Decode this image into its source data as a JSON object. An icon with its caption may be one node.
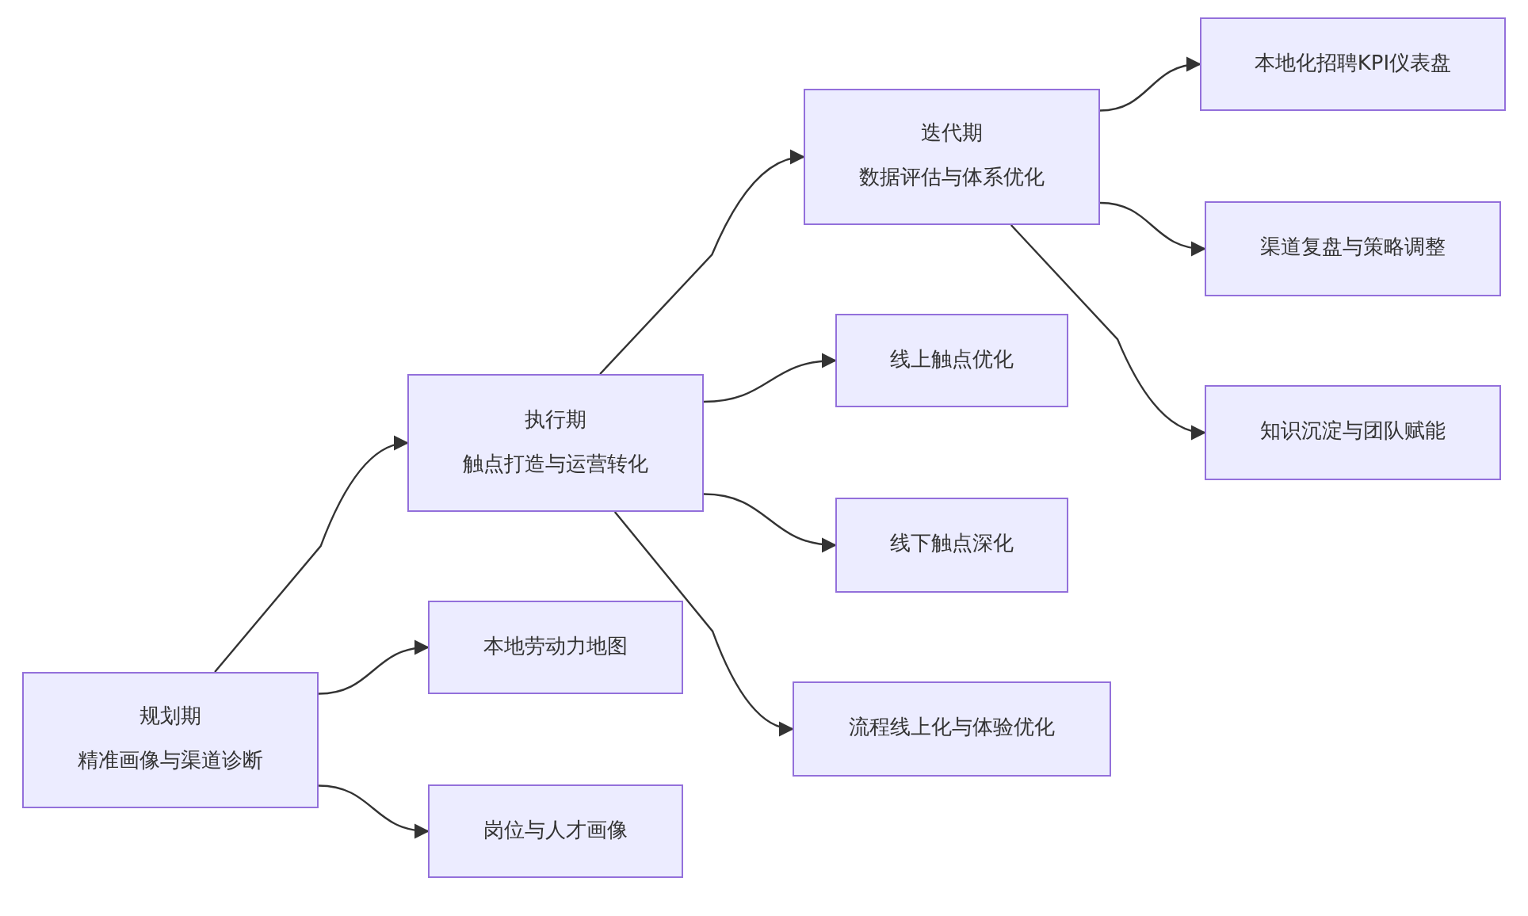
{
  "diagram": {
    "nodes": [
      {
        "text": [
          "规划期",
          "精准画像与渠道诊断"
        ]
      },
      {
        "text": [
          "执行期",
          "触点打造与运营转化"
        ]
      },
      {
        "text": [
          "迭代期",
          "数据评估与体系优化"
        ]
      },
      {
        "text": [
          "本地劳动力地图"
        ]
      },
      {
        "text": [
          "岗位与人才画像"
        ]
      },
      {
        "text": [
          "线上触点优化"
        ]
      },
      {
        "text": [
          "线下触点深化"
        ]
      },
      {
        "text": [
          "流程线上化与体验优化"
        ]
      },
      {
        "text": [
          "本地化招聘KPI仪表盘"
        ]
      },
      {
        "text": [
          "渠道复盘与策略调整"
        ]
      },
      {
        "text": [
          "知识沉淀与团队赋能"
        ]
      }
    ],
    "edges": [
      {
        "from": 0,
        "to": 1,
        "arrow": "to"
      },
      {
        "from": 0,
        "to": 3,
        "arrow": "to"
      },
      {
        "from": 0,
        "to": 4,
        "arrow": "to"
      },
      {
        "from": 1,
        "to": 2,
        "arrow": "to"
      },
      {
        "from": 1,
        "to": 5,
        "arrow": "to"
      },
      {
        "from": 1,
        "to": 6,
        "arrow": "to"
      },
      {
        "from": 1,
        "to": 7,
        "arrow": "to"
      },
      {
        "from": 2,
        "to": 8,
        "arrow": "to"
      },
      {
        "from": 2,
        "to": 9,
        "arrow": "to"
      },
      {
        "from": 2,
        "to": 10,
        "arrow": "to"
      }
    ]
  }
}
